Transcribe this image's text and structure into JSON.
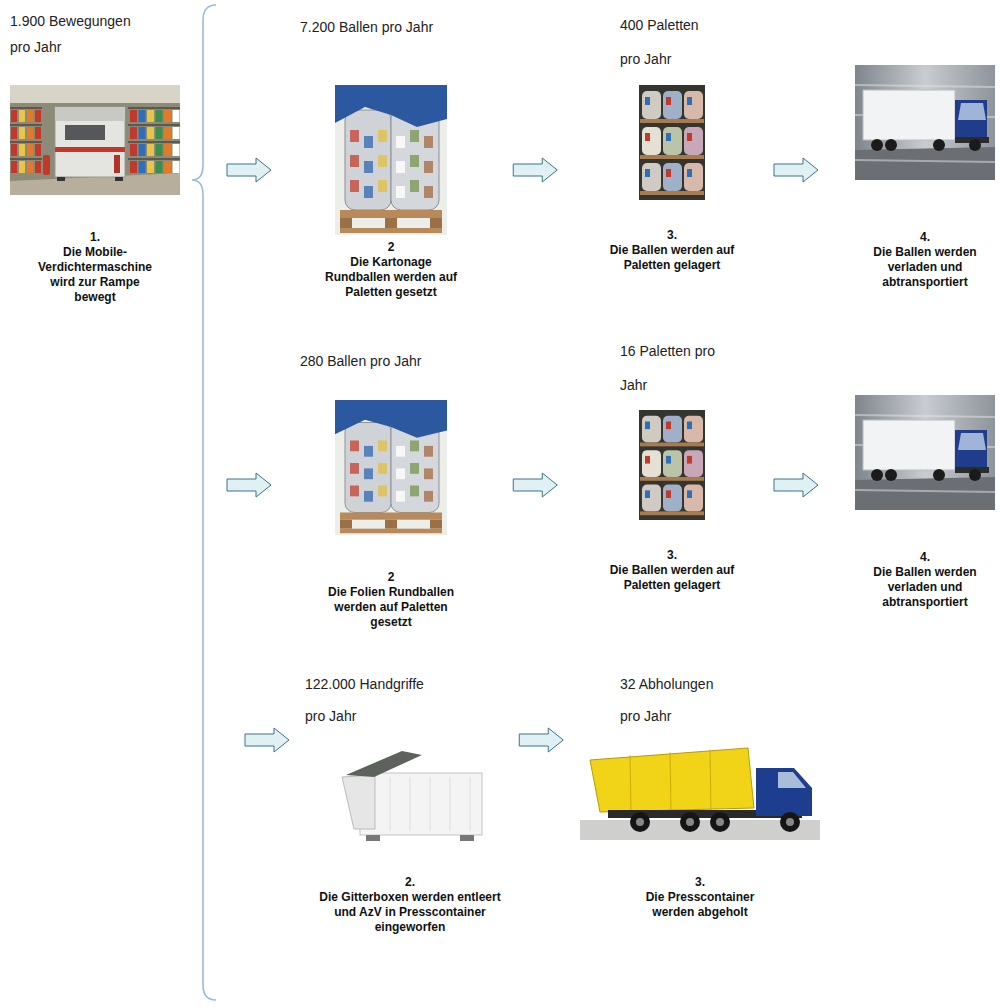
{
  "diagram": {
    "nodes": [
      {
        "text": [
          "1.",
          "Die Mobile-Verdichtermaschine wird zur Rampe bewegt"
        ]
      },
      {
        "text": [
          "2",
          "Die Kartonage Rundballen werden auf Paletten gesetzt"
        ]
      },
      {
        "text": [
          "3.",
          "Die Ballen werden auf Paletten gelagert"
        ]
      },
      {
        "text": [
          "4.",
          "Die Ballen werden verladen und abtransportiert"
        ]
      },
      {
        "text": [
          "2",
          "Die Folien Rundballen werden auf Paletten gesetzt"
        ]
      },
      {
        "text": [
          "3.",
          "Die Ballen werden auf Paletten gelagert"
        ]
      },
      {
        "text": [
          "4.",
          "Die Ballen werden verladen und abtransportiert"
        ]
      },
      {
        "text": [
          "2.",
          "Die Gitterboxen werden entleert und AzV in Presscontainer eingeworfen"
        ]
      },
      {
        "text": [
          "3.",
          "Die Presscontainer werden abgeholt"
        ]
      }
    ],
    "edges": [
      {
        "from": 0,
        "to": 1,
        "arrow": "to"
      },
      {
        "from": 1,
        "to": 2,
        "arrow": "to"
      },
      {
        "from": 2,
        "to": 3,
        "arrow": "to"
      },
      {
        "from": 0,
        "to": 4,
        "arrow": "to"
      },
      {
        "from": 4,
        "to": 5,
        "arrow": "to"
      },
      {
        "from": 5,
        "to": 6,
        "arrow": "to"
      },
      {
        "from": 0,
        "to": 7,
        "arrow": "to"
      },
      {
        "from": 7,
        "to": 8,
        "arrow": "to"
      }
    ],
    "labels": [
      "1.900 Bewegungen pro Jahr",
      "7.200 Ballen pro Jahr",
      "400 Paletten pro Jahr",
      "280 Ballen pro Jahr",
      "16 Paletten pro Jahr",
      "122.000 Handgriffe pro Jahr",
      "32 Abholungen pro Jahr"
    ]
  }
}
